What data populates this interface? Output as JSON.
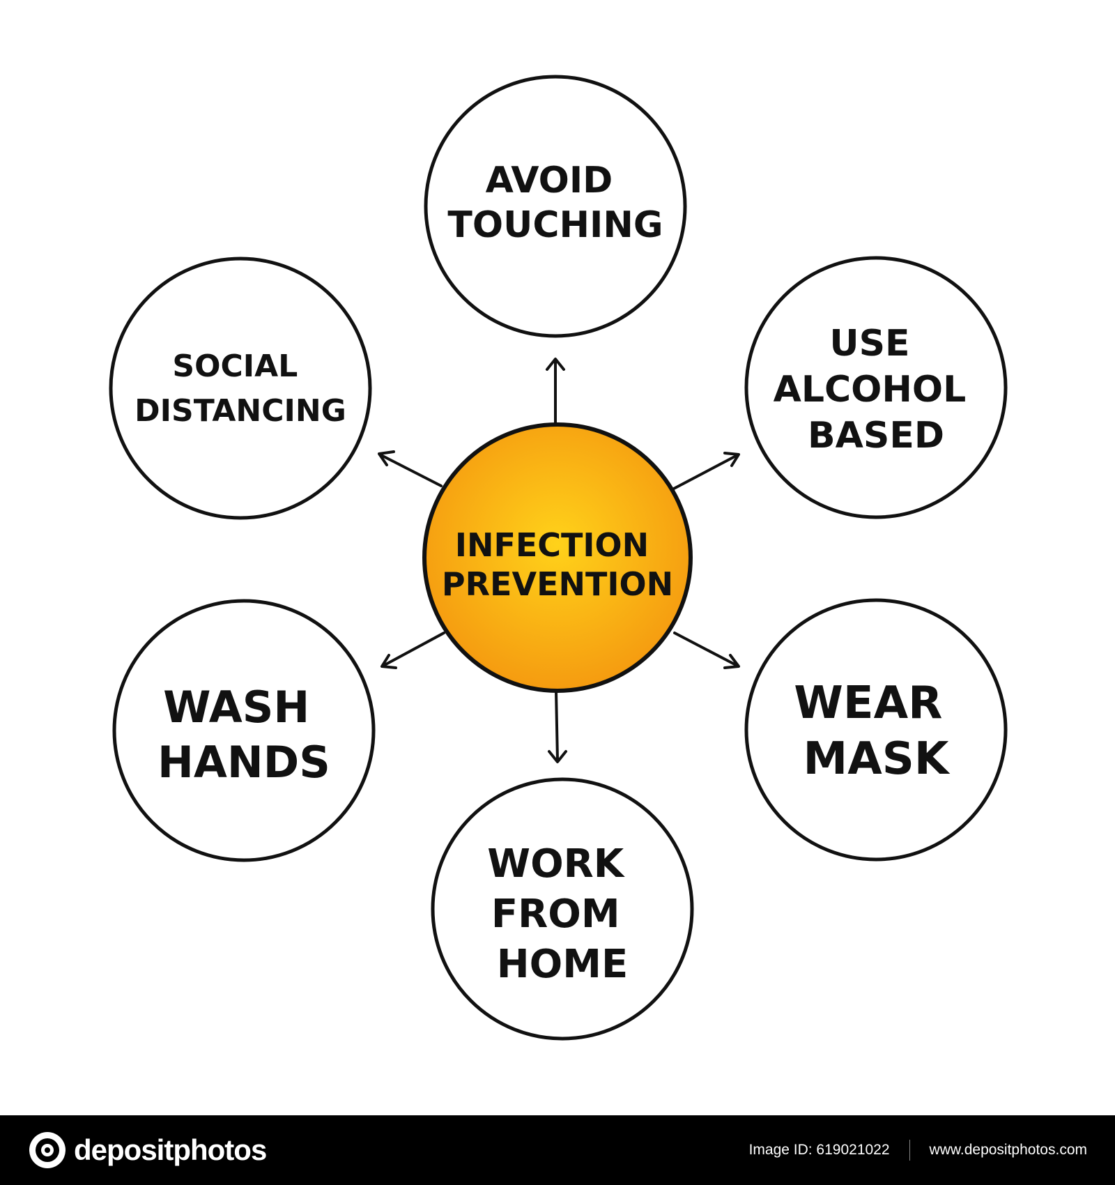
{
  "center": {
    "lines": [
      "INFECTION",
      "PREVENTION"
    ],
    "fill_light": "#FFD21A",
    "fill_dark": "#F59B10"
  },
  "nodes": [
    {
      "id": "avoid-touching",
      "lines": [
        "AVOID",
        "TOUCHING"
      ]
    },
    {
      "id": "use-alcohol-based",
      "lines": [
        "USE",
        "ALCOHOL",
        "BASED"
      ]
    },
    {
      "id": "wear-mask",
      "lines": [
        "WEAR",
        "MASK"
      ]
    },
    {
      "id": "work-from-home",
      "lines": [
        "WORK",
        "FROM",
        "HOME"
      ]
    },
    {
      "id": "wash-hands",
      "lines": [
        "WASH",
        "HANDS"
      ]
    },
    {
      "id": "social-distancing",
      "lines": [
        "SOCIAL",
        "DISTANCING"
      ]
    }
  ],
  "footer": {
    "brand": "depositphotos",
    "image_id": "Image ID: 619021022",
    "url": "www.depositphotos.com"
  }
}
